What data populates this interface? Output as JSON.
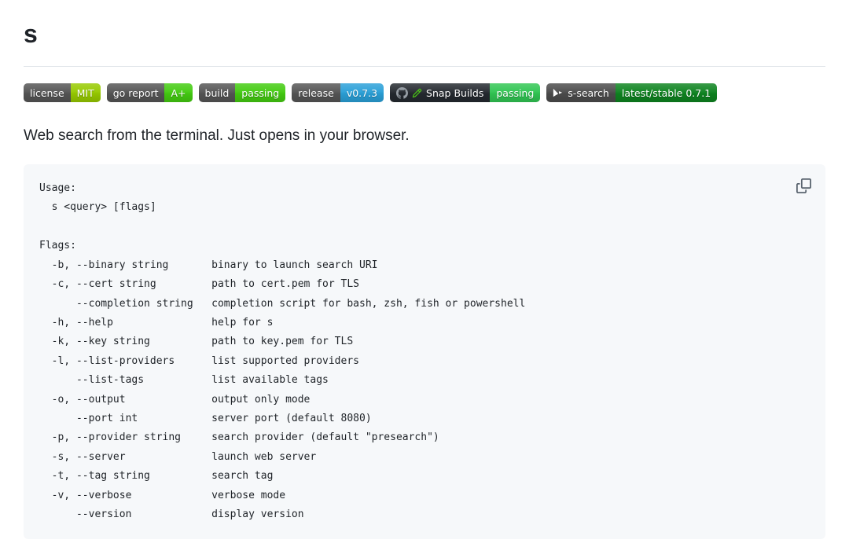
{
  "page": {
    "title": "s",
    "description": "Web search from the terminal. Just opens in your browser."
  },
  "badges": [
    {
      "name": "license",
      "label": "license",
      "value": "MIT",
      "label_bg": "#555555",
      "value_bg": "#97ca00"
    },
    {
      "name": "go-report",
      "label": "go report",
      "value": "A+",
      "label_bg": "#555555",
      "value_bg": "#44cc11"
    },
    {
      "name": "build",
      "label": "build",
      "value": "passing",
      "label_bg": "#555555",
      "value_bg": "#44cc11"
    },
    {
      "name": "release",
      "label": "release",
      "value": "v0.7.3",
      "label_bg": "#555555",
      "value_bg": "#2aa0d8"
    },
    {
      "name": "snap-builds",
      "label": "Snap Builds",
      "value": "passing",
      "label_bg": "#24292f",
      "value_bg": "#31c653",
      "icons": [
        "github-octocat-icon",
        "pencil-icon"
      ]
    },
    {
      "name": "snapcraft-store",
      "label": "s-search",
      "value": "latest/stable 0.7.1",
      "label_bg": "#4c4c4c",
      "value_bg": "#0e8420",
      "icons": [
        "snapcraft-icon"
      ]
    }
  ],
  "code_block": {
    "background": "#f6f8fa",
    "copy_icon": "copy",
    "content": "Usage:\n  s <query> [flags]\n\nFlags:\n  -b, --binary string       binary to launch search URI\n  -c, --cert string         path to cert.pem for TLS\n      --completion string   completion script for bash, zsh, fish or powershell\n  -h, --help                help for s\n  -k, --key string          path to key.pem for TLS\n  -l, --list-providers      list supported providers\n      --list-tags           list available tags\n  -o, --output              output only mode\n      --port int            server port (default 8080)\n  -p, --provider string     search provider (default \"presearch\")\n  -s, --server              launch web server\n  -t, --tag string          search tag\n  -v, --verbose             verbose mode\n      --version             display version"
  }
}
